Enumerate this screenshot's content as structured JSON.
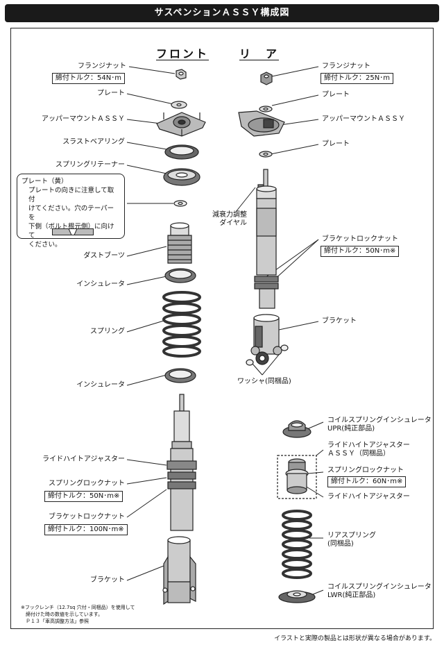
{
  "title": "サスペンションＡＳＳＹ構成図",
  "sections": {
    "front": "フロント",
    "rear": "リ　ア"
  },
  "front": {
    "flange_nut": "フランジナット",
    "flange_nut_torque": "締付トルク：54N･m",
    "plate": "プレート",
    "upper_mount": "アッパーマウントＡＳＳＹ",
    "thrust_bearing": "スラストベアリング",
    "spring_retainer": "スプリングリテーナー",
    "dust_boot": "ダストブーツ",
    "insulator_top": "インシュレータ",
    "spring": "スプリング",
    "insulator_bottom": "インシュレータ",
    "ride_height_adjuster": "ライドハイトアジャスター",
    "spring_lock_nut": "スプリングロックナット",
    "spring_lock_nut_torque": "締付トルク：50N･m※",
    "bracket_lock_nut": "ブラケットロックナット",
    "bracket_lock_nut_torque": "締付トルク：100N･m※",
    "bracket": "ブラケット"
  },
  "plate_note": {
    "title": "プレート（黄）",
    "body": "プレートの向きに注意して取付\nけてください。穴のテーパーを\n下側（ボルト根元側）に向けて\nください。"
  },
  "rear": {
    "flange_nut": "フランジナット",
    "flange_nut_torque": "締付トルク：25N･m",
    "plate_top": "プレート",
    "upper_mount": "アッパーマウントＡＳＳＹ",
    "plate_bottom": "プレート",
    "damping_dial": "減衰力調整\nダイヤル",
    "bracket_lock_nut": "ブラケットロックナット",
    "bracket_lock_nut_torque": "締付トルク：50N･m※",
    "bracket": "ブラケット",
    "washer": "ワッシャ(同梱品)",
    "coil_insulator_upr": "コイルスプリングインシュレータ\nUPR(純正部品)",
    "ride_height_adjuster_assy": "ライドハイトアジャスター\nＡＳＳＹ（同梱品）",
    "spring_lock_nut": "スプリングロックナット",
    "spring_lock_nut_torque": "締付トルク：60N･m※",
    "ride_height_adjuster": "ライドハイトアジャスター",
    "rear_spring": "リアスプリング\n(同梱品)",
    "coil_insulator_lwr": "コイルスプリングインシュレータ\nLWR(純正部品)"
  },
  "footnote": "※フックレンチ（12.7sq 穴付・同梱品）を使用して\n　締付けた時の数値を示しています。\n　Ｐ１３「車高調整方法」参照",
  "disclaimer": "イラストと実際の製品とは形状が異なる場合があります。"
}
